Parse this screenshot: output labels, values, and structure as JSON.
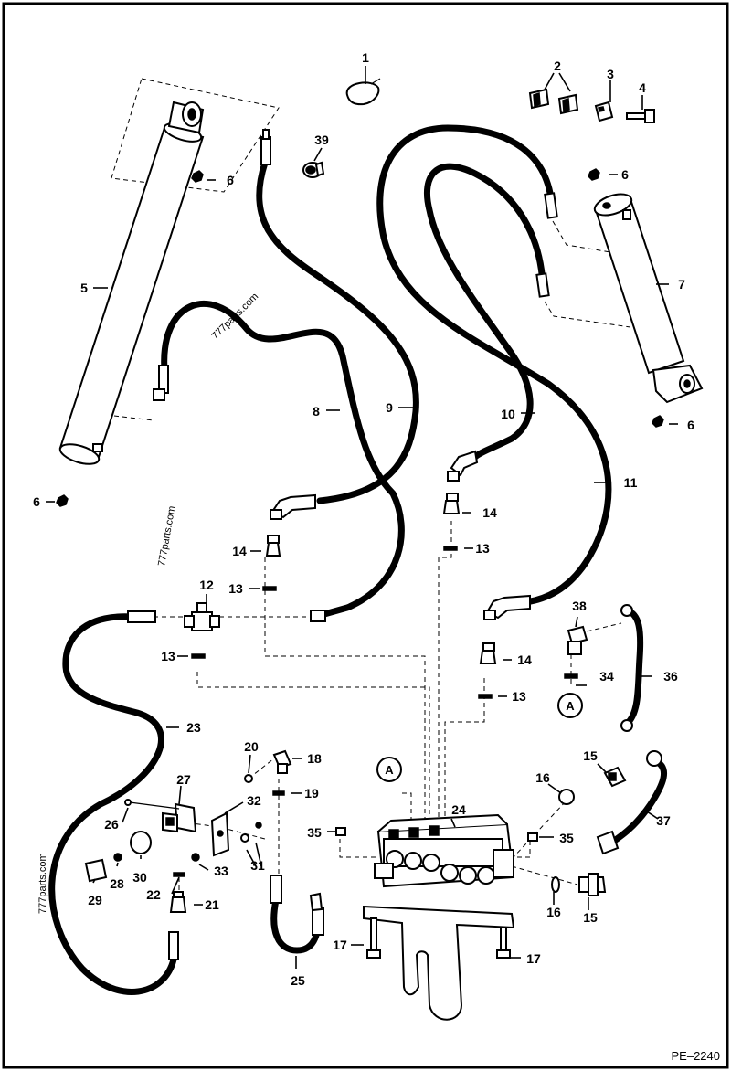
{
  "figure_code": "PE–2240",
  "watermarks": [
    "777parts.com",
    "777parts.com",
    "777parts.com"
  ],
  "connection_marker": "A",
  "callouts": {
    "c1": "1",
    "c2": "2",
    "c3": "3",
    "c4": "4",
    "c5": "5",
    "c6": "6",
    "c7": "7",
    "c8": "8",
    "c9": "9",
    "c10": "10",
    "c11": "11",
    "c12": "12",
    "c13": "13",
    "c14": "14",
    "c15": "15",
    "c16": "16",
    "c17": "17",
    "c18": "18",
    "c19": "19",
    "c20": "20",
    "c21": "21",
    "c22": "22",
    "c23": "23",
    "c24": "24",
    "c25": "25",
    "c26": "26",
    "c27": "27",
    "c28": "28",
    "c29": "29",
    "c30": "30",
    "c31": "31",
    "c32": "32",
    "c33": "33",
    "c34": "34",
    "c35": "35",
    "c36": "36",
    "c37": "37",
    "c38": "38",
    "c39": "39"
  }
}
